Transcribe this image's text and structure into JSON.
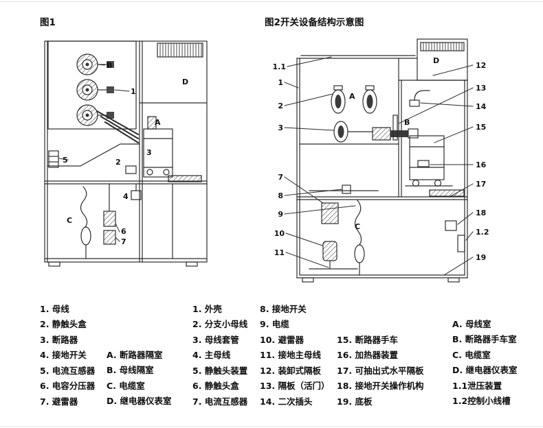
{
  "fig1": {
    "title": "图1",
    "labels": [
      "B",
      "1",
      "D",
      "A",
      "3",
      "2",
      "5",
      "4",
      "C",
      "6",
      "7"
    ]
  },
  "fig2": {
    "title": "图2开关设备结构示意图",
    "left_callouts": [
      "1.1",
      "1",
      "2",
      "3",
      "7",
      "8",
      "9",
      "10",
      "11"
    ],
    "right_callouts": [
      "12",
      "13",
      "14",
      "15",
      "16",
      "17",
      "18",
      "1.2",
      "19"
    ],
    "compartments": [
      "A",
      "B",
      "C",
      "D"
    ]
  },
  "legend": {
    "fig1_parts": [
      "1. 母线",
      "2. 静触头盒",
      "3. 断路器",
      "4. 接地开关",
      "5. 电流互感器",
      "6. 电容分压器",
      "7. 避雷器"
    ],
    "fig1_rooms": [
      "A. 断路器隔室",
      "B. 母线隔室",
      "C. 电缆室",
      "D. 继电器仪表室"
    ],
    "fig2_col1": [
      "1. 外壳",
      "2. 分支小母线",
      "3. 母线套管",
      "4. 主母线",
      "5. 静触头装置",
      "6. 静触头盒",
      "7. 电流互感器"
    ],
    "fig2_col2": [
      "8. 接地开关",
      "9. 电缆",
      "10. 避雷器",
      "11. 接地主母线",
      "12. 装卸式隔板",
      "13. 隔板（活门）",
      "14. 二次插头"
    ],
    "fig2_col3": [
      "15. 断路器手车",
      "16. 加热器装置",
      "17. 可抽出式水平隔板",
      "18. 接地开关操作机构",
      "19. 底板"
    ],
    "fig2_rooms": [
      "A. 母线室",
      "B. 断路器手车室",
      "C. 电缆室",
      "D. 继电器仪表室",
      "1.1泄压装置",
      "1.2控制小线槽"
    ]
  }
}
